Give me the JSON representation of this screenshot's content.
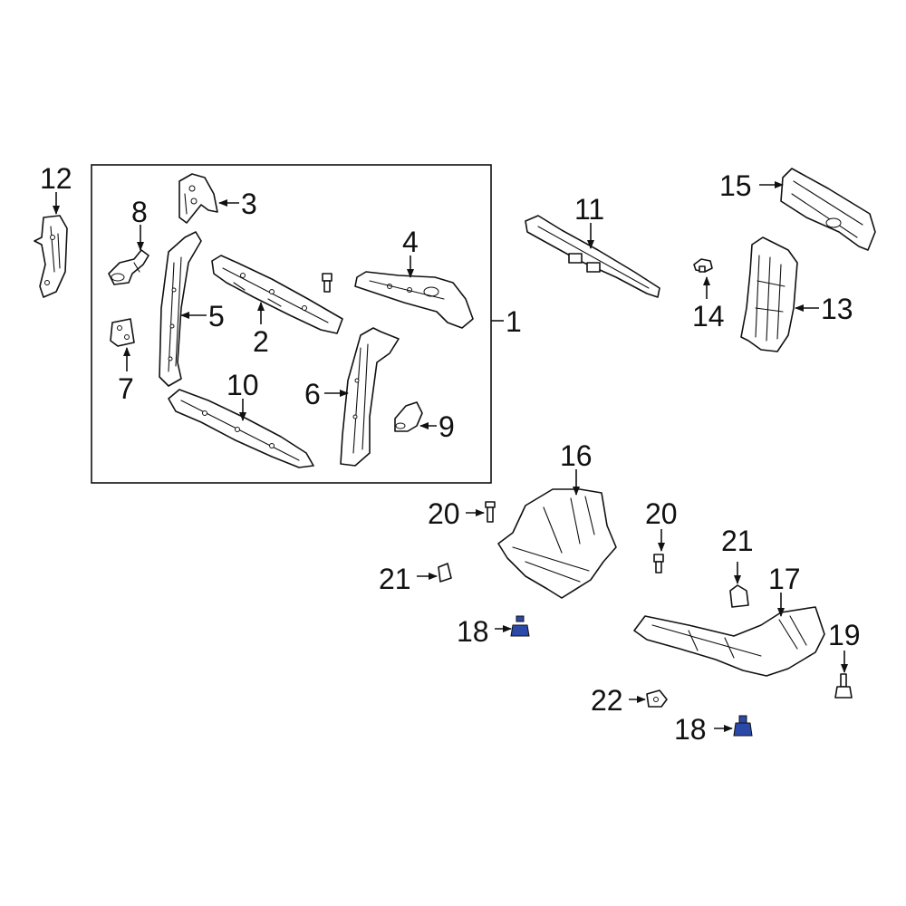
{
  "diagram": {
    "callouts": {
      "c1": "1",
      "c2": "2",
      "c3": "3",
      "c4": "4",
      "c5": "5",
      "c6": "6",
      "c7": "7",
      "c8": "8",
      "c9": "9",
      "c10": "10",
      "c11": "11",
      "c12": "12",
      "c13": "13",
      "c14": "14",
      "c15": "15",
      "c16": "16",
      "c17": "17",
      "c18a": "18",
      "c18b": "18",
      "c19": "19",
      "c20a": "20",
      "c20b": "20",
      "c21a": "21",
      "c21b": "21",
      "c22": "22"
    },
    "colors": {
      "line": "#111111",
      "background": "#ffffff",
      "highlight_fastener": "#2a49a8"
    }
  }
}
